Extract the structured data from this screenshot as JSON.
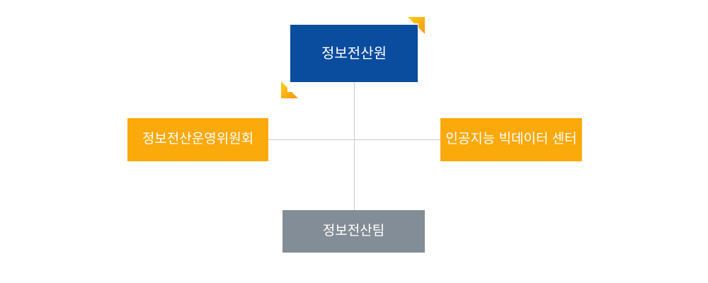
{
  "diagram": {
    "type": "org-chart",
    "background": "#ffffff",
    "nodes": {
      "top": {
        "label": "정보전산원",
        "color": "#0a4c9e",
        "text_color": "#ffffff"
      },
      "left": {
        "label": "정보전산운영위원회",
        "color": "#fca90b",
        "text_color": "#ffffff"
      },
      "right": {
        "label": "인공지능 빅데이터 센터",
        "color": "#fca90b",
        "text_color": "#ffffff"
      },
      "bottom": {
        "label": "정보전산팀",
        "color": "#838d97",
        "text_color": "#ffffff"
      }
    },
    "edges": [
      {
        "from": "top",
        "to": "bottom",
        "style": "vertical-line"
      },
      {
        "from": "left",
        "to": "right",
        "style": "horizontal-line"
      }
    ],
    "connector_color": "#c9c9c9",
    "bracket_icon": {
      "colors": [
        "#ffd10a",
        "#f7941e"
      ],
      "positions": [
        "top-right",
        "bottom-left"
      ]
    }
  }
}
